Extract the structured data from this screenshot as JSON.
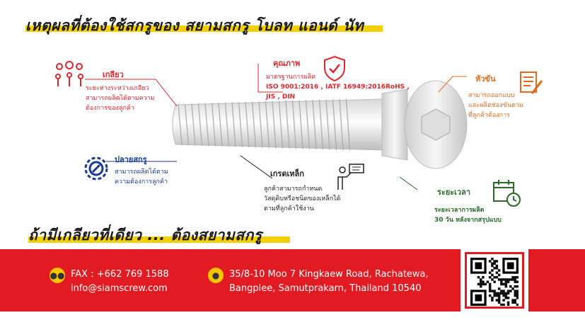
{
  "headline_top": "เหตุผลที่ต้องใช้สกรูของ สยามสกรู โบลท แอนด์ นัท",
  "headline_bottom": "ถ้ามีเกลียวที่เดียว ... ต้องสยามสกรู",
  "features": {
    "thread": {
      "title": "เกลียว",
      "lines": [
        "ระยะห่างระหว่างเกลียว",
        "สามารถผลิตได้ตามความ",
        "ต้องการของลูกค้า"
      ],
      "icon": "team-gears-icon"
    },
    "tip": {
      "title": "ปลายสกรู",
      "lines": [
        "สามารถผลิตได้ตาม",
        "ความต้องการลูกค้า"
      ],
      "icon": "gear-wrench-icon"
    },
    "quality": {
      "title": "คุณภาพ",
      "lines": [
        "มาตรฐานการผลิต",
        "ISO 9001:2016 , IATF 16949:2016RoHS ,",
        "JIS , DIN"
      ],
      "icon": "shield-check-icon"
    },
    "head": {
      "title": "หัวขัน",
      "lines": [
        "สามารถออกแบบ",
        "และผลิตช่องขันตาม",
        "ที่ลูกค้าต้องการ"
      ],
      "icon": "document-pen-icon"
    },
    "steel": {
      "title": "เกรดเหล็ก",
      "lines": [
        "ลูกค้าสามารถกำหนด",
        "วัสดุดิบหรือชนิดของเหล็กได้",
        "ตามที่ลูกค้าใช้งาน"
      ],
      "icon": "presenter-board-icon"
    },
    "time": {
      "title": "ระยะเวลา",
      "lines": [
        "ระยะเวลาการผลิต",
        "30 วัน หลังจากสรุปแบบ"
      ],
      "icon": "calendar-clock-icon"
    }
  },
  "footer": {
    "fax": "FAX : +662 769 1588",
    "email": "info@siamscrew.com",
    "address_line1": "35/8-10  Moo 7  Kingkaew Road, Rachatewa,",
    "address_line2": "Bangplee, Samutprakarn, Thailand 10540"
  },
  "colors": {
    "red": "#e21b22",
    "yellow": "#f4d000",
    "blue": "#1b3a8f",
    "green": "#2a6a2a",
    "orange": "#e06a1f"
  }
}
